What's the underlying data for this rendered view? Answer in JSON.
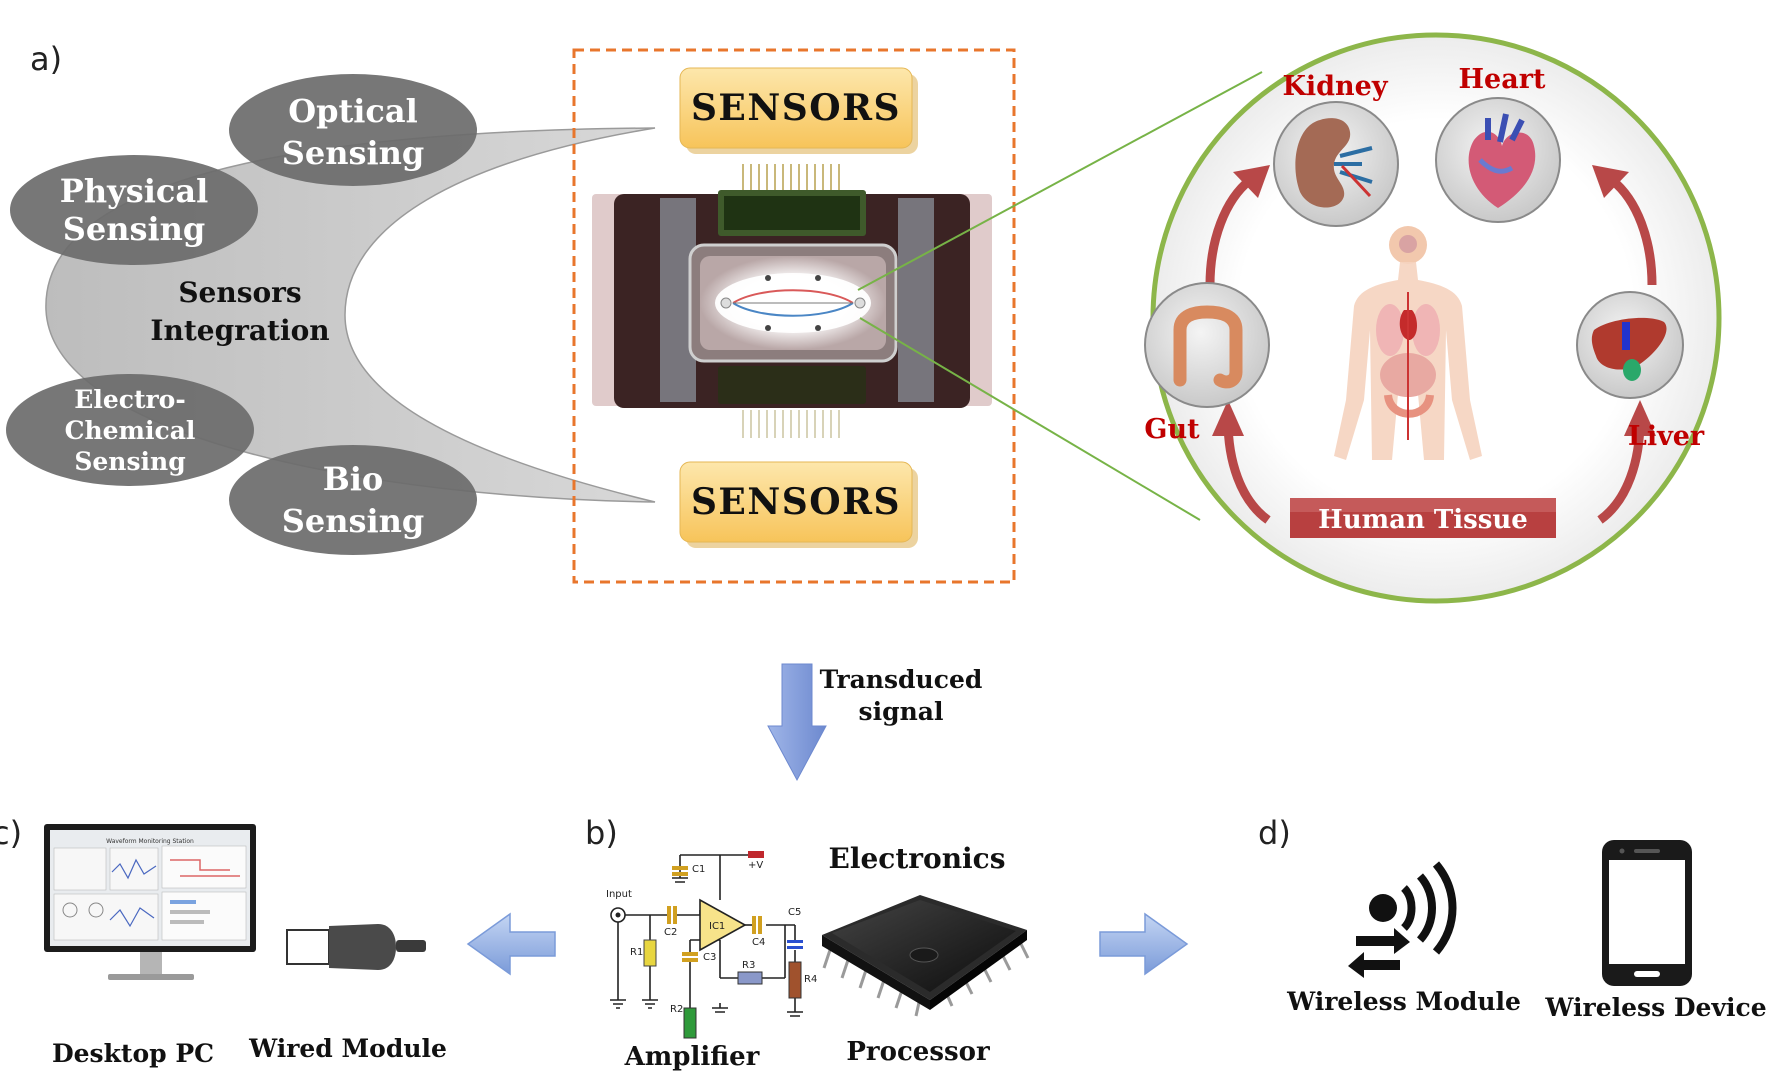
{
  "panel_labels": {
    "a": "a)",
    "b": "b)",
    "c": "c)",
    "d": "d)"
  },
  "sensing": {
    "center": [
      "Sensors",
      "Integration"
    ],
    "optical": [
      "Optical",
      "Sensing"
    ],
    "physical": [
      "Physical",
      "Sensing"
    ],
    "electrochemical": [
      "Electro-",
      "Chemical",
      "Sensing"
    ],
    "bio": [
      "Bio",
      "Sensing"
    ]
  },
  "chip": {
    "sensors_top": "SENSORS",
    "sensors_bottom": "SENSORS"
  },
  "organs": {
    "kidney": "Kidney",
    "heart": "Heart",
    "gut": "Gut",
    "liver": "Liver",
    "tissue": "Human Tissue"
  },
  "flow": {
    "transduced": [
      "Transduced",
      "signal"
    ]
  },
  "electronics": {
    "title": "Electronics",
    "amplifier": "Amplifier",
    "processor": "Processor",
    "circuit_labels": {
      "input": "Input",
      "c1": "C1",
      "c2": "C2",
      "c3": "C3",
      "c4": "C4",
      "c5": "C5",
      "ic1": "IC1",
      "r1": "R1",
      "r2": "R2",
      "r3": "R3",
      "r4": "R4",
      "vplus": "+V"
    }
  },
  "wired": {
    "desktop": "Desktop PC",
    "module": "Wired Module",
    "screen_title": "Waveform Monitoring Station"
  },
  "wireless": {
    "module": "Wireless Module",
    "device": "Wireless Device"
  },
  "colors": {
    "ellipse_dark": "#6b6b6b",
    "crescent": "#c8c8c8",
    "sensor_box": "#fcd98a",
    "dashed": "#e8762c",
    "organ_red": "#c00000",
    "circle_green": "#8db64a",
    "arrow_blue": "#7d97d6",
    "tissue_bar": "#b84040"
  }
}
